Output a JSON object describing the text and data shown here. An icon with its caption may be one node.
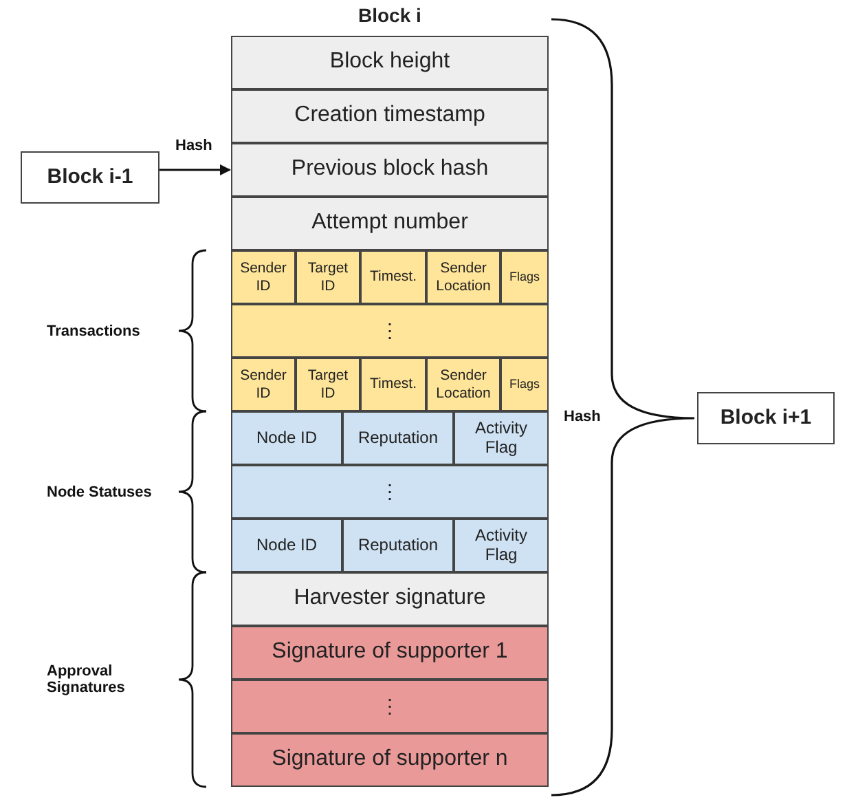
{
  "diagram": {
    "nodes": [
      {
        "text": [
          "Block i-1"
        ]
      },
      {
        "text": [
          "Block i"
        ]
      },
      {
        "text": [
          "Block height"
        ],
        "in": 1
      },
      {
        "text": [
          "Creation timestamp"
        ],
        "in": 1
      },
      {
        "text": [
          "Previous block hash"
        ],
        "in": 1
      },
      {
        "text": [
          "Attempt number"
        ],
        "in": 1
      },
      {
        "text": [
          "Sender ID"
        ],
        "in": 1
      },
      {
        "text": [
          "Target ID"
        ],
        "in": 1
      },
      {
        "text": [
          "Timest."
        ],
        "in": 1
      },
      {
        "text": [
          "Sender Location"
        ],
        "in": 1
      },
      {
        "text": [
          "Flags"
        ],
        "in": 1
      },
      {
        "text": [
          "⋮"
        ],
        "in": 1
      },
      {
        "text": [
          "Sender ID"
        ],
        "in": 1
      },
      {
        "text": [
          "Target ID"
        ],
        "in": 1
      },
      {
        "text": [
          "Timest."
        ],
        "in": 1
      },
      {
        "text": [
          "Sender Location"
        ],
        "in": 1
      },
      {
        "text": [
          "Flags"
        ],
        "in": 1
      },
      {
        "text": [
          "Node ID"
        ],
        "in": 1
      },
      {
        "text": [
          "Reputation"
        ],
        "in": 1
      },
      {
        "text": [
          "Activity Flag"
        ],
        "in": 1
      },
      {
        "text": [
          "⋮"
        ],
        "in": 1
      },
      {
        "text": [
          "Node ID"
        ],
        "in": 1
      },
      {
        "text": [
          "Reputation"
        ],
        "in": 1
      },
      {
        "text": [
          "Activity Flag"
        ],
        "in": 1
      },
      {
        "text": [
          "Harvester signature"
        ],
        "in": 1
      },
      {
        "text": [
          "Signature of supporter 1"
        ],
        "in": 1
      },
      {
        "text": [
          "⋮"
        ],
        "in": 1
      },
      {
        "text": [
          "Signature of supporter n"
        ],
        "in": 1
      },
      {
        "text": [
          "Block i+1"
        ]
      }
    ],
    "edges": [
      {
        "from": 0,
        "to": 4,
        "arrow": "to",
        "label": "Hash"
      },
      {
        "from": 1,
        "to": 28,
        "arrow": "none",
        "label": "Hash"
      }
    ],
    "labels": [
      "Transactions",
      "Node Statuses",
      "Approval Signatures"
    ]
  }
}
